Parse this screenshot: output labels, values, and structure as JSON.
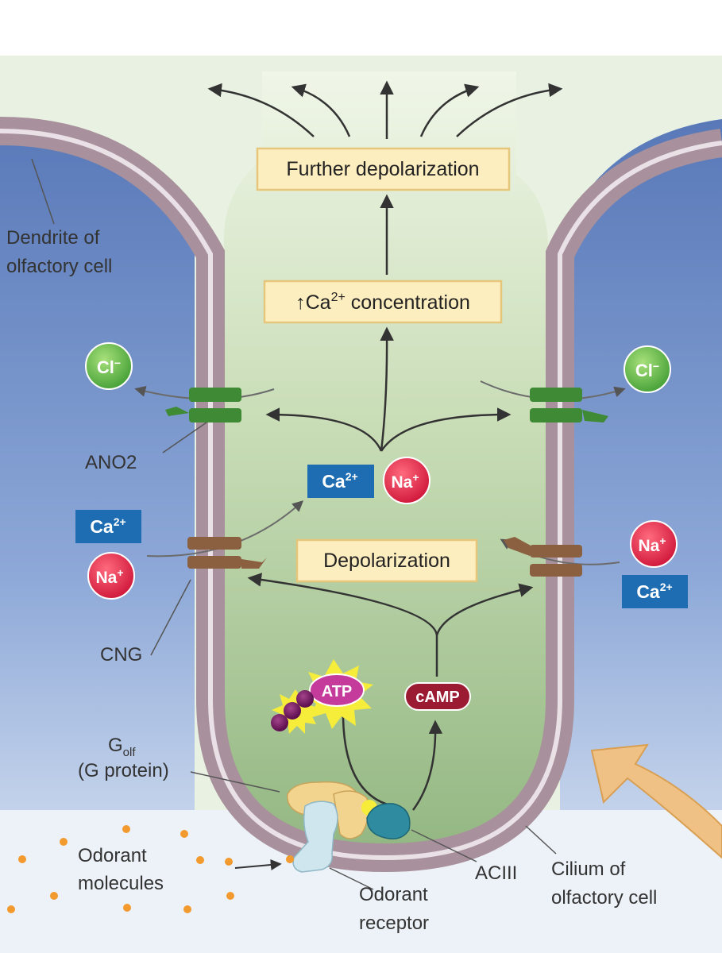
{
  "labels": {
    "dendrite_line1": "Dendrite of",
    "dendrite_line2": "olfactory cell",
    "ano2": "ANO2",
    "cng": "CNG",
    "golf_main": "G",
    "golf_sub": "olf",
    "g_protein": "(G protein)",
    "odorant_molecules_line1": "Odorant",
    "odorant_molecules_line2": "molecules",
    "odorant_receptor_line1": "Odorant",
    "odorant_receptor_line2": "receptor",
    "aciii": "ACIII",
    "cilium_line1": "Cilium of",
    "cilium_line2": "olfactory cell"
  },
  "boxes": {
    "further_depolarization": "Further depolarization",
    "ca_concentration_arrow": "↑",
    "ca_concentration_ion": "Ca",
    "ca_concentration_sup": "2+",
    "ca_concentration_rest": " concentration",
    "depolarization": "Depolarization"
  },
  "ions": {
    "cl": "Cl",
    "cl_sup": "−",
    "ca": "Ca",
    "ca_sup": "2+",
    "na": "Na",
    "na_sup": "+"
  },
  "molecules": {
    "atp": "ATP",
    "camp": "cAMP"
  },
  "colors": {
    "membrane": "#a8919c",
    "cytoplasm": "#c3dbb2",
    "outside": "#6d8fc9",
    "box_fill": "#fdeec0",
    "box_stroke": "#e6c67a",
    "cl_green": "#6cc04a",
    "ca_blue": "#1e6db3",
    "na_red": "#e0264a",
    "atp_magenta": "#c43b9c",
    "camp_red": "#9a1b32",
    "ano2_green": "#3f8a34",
    "cng_brown": "#8a6040",
    "odorant_orange": "#f29a2e"
  }
}
